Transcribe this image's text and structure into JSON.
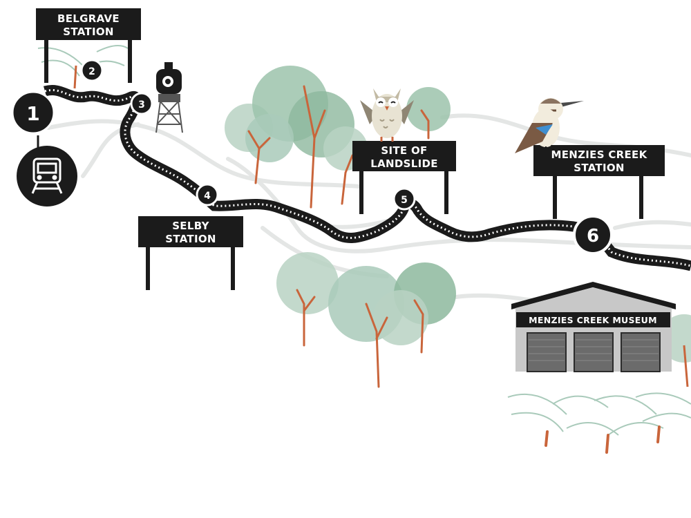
{
  "colors": {
    "sign_bg": "#1b1b1b",
    "sign_text": "#ffffff",
    "track": "#1b1b1b",
    "road": "#e4e6e5",
    "foliage_light": "#b8d2c3",
    "foliage_mid": "#9cc3ac",
    "foliage_dark": "#8db89e",
    "trunk": "#c9653b",
    "museum_wall": "#c8c8c8",
    "museum_door": "#6b6b6b"
  },
  "signs": {
    "belgrave": {
      "line1": "BELGRAVE",
      "line2": "STATION"
    },
    "selby": {
      "line1": "SELBY",
      "line2": "STATION"
    },
    "landslide": {
      "line1": "SITE OF",
      "line2": "LANDSLIDE"
    },
    "menzies_station": {
      "line1": "MENZIES CREEK",
      "line2": "STATION"
    },
    "museum": {
      "label": "MENZIES CREEK MUSEUM"
    }
  },
  "markers": {
    "m1": "1",
    "m2": "2",
    "m3": "3",
    "m4": "4",
    "m5": "5",
    "m6": "6"
  },
  "icons": {
    "train_station": "train-front-icon",
    "water_tower": "water-tower-icon",
    "locomotive": "steam-locomotive-icon",
    "owl": "owl-icon",
    "kookaburra": "kookaburra-icon"
  }
}
